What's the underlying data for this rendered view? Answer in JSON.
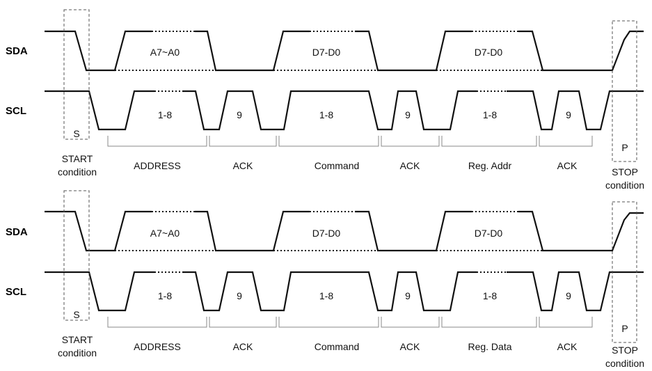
{
  "signals": {
    "sda": "SDA",
    "scl": "SCL"
  },
  "start": {
    "marker": "S",
    "line1": "START",
    "line2": "condition"
  },
  "stop": {
    "marker": "P",
    "line1": "STOP",
    "line2": "condition"
  },
  "frames": [
    {
      "sda_bytes": [
        "A7~A0",
        "D7-D0",
        "D7-D0"
      ],
      "clock_labels": [
        "1-8",
        "9",
        "1-8",
        "9",
        "1-8",
        "9"
      ],
      "segments": [
        "ADDRESS",
        "ACK",
        "Command",
        "ACK",
        "Reg. Addr",
        "ACK"
      ]
    },
    {
      "sda_bytes": [
        "A7~A0",
        "D7-D0",
        "D7-D0"
      ],
      "clock_labels": [
        "1-8",
        "9",
        "1-8",
        "9",
        "1-8",
        "9"
      ],
      "segments": [
        "ADDRESS",
        "ACK",
        "Command",
        "ACK",
        "Reg. Data",
        "ACK"
      ]
    }
  ]
}
